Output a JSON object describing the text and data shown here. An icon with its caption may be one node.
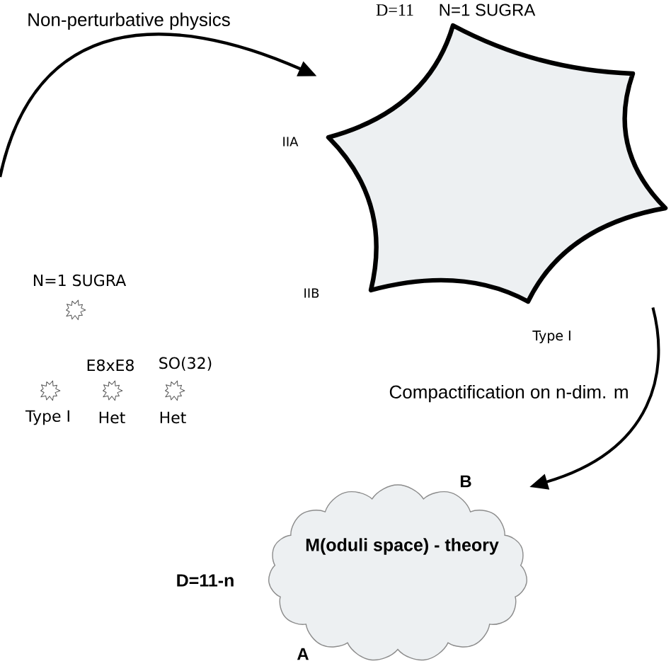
{
  "diagram": {
    "nodes": [
      {
        "text": [],
        "shape": "star",
        "beside": [
          "D=11",
          "N=1 SUGRA",
          "IIA",
          "IIB",
          "Type I"
        ]
      },
      {
        "text": [
          "M(oduli space) - theory"
        ],
        "beside": [
          "B",
          "A",
          "D=11-n"
        ]
      }
    ],
    "edges": [
      {
        "from": null,
        "to": 0,
        "arrow": "to",
        "label": "Non-perturbative physics"
      },
      {
        "from": 0,
        "to": 1,
        "arrow": "to",
        "label": "Compactification on n-dim. m"
      }
    ],
    "labels": [
      "N=1 SUGRA",
      "E8xE8",
      "SO(32)",
      "Type I",
      "Het",
      "Het"
    ]
  }
}
